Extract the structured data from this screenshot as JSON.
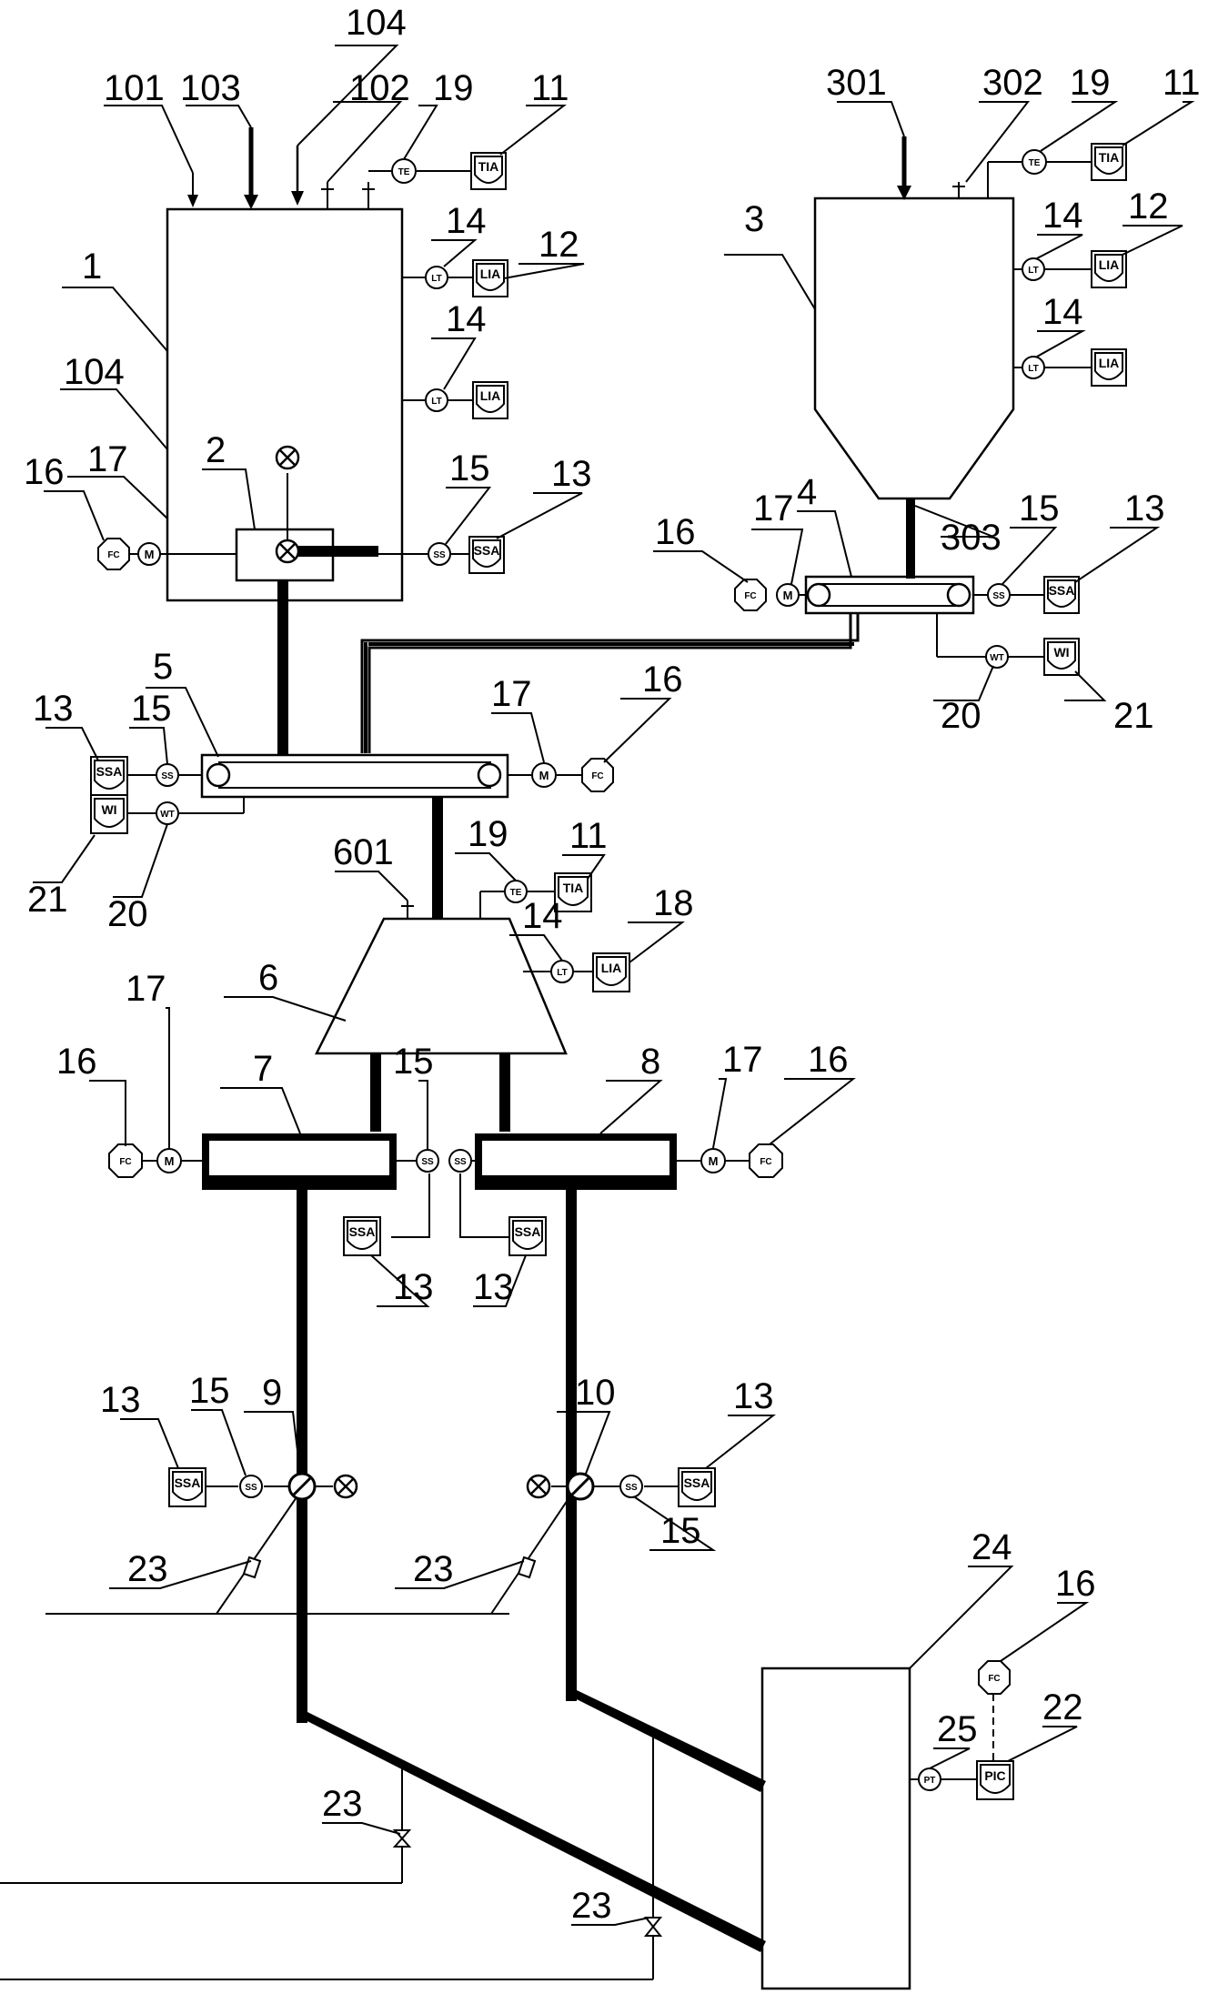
{
  "labels": {
    "n1": "1",
    "n2": "2",
    "n3": "3",
    "n4": "4",
    "n5": "5",
    "n6": "6",
    "n7": "7",
    "n8": "8",
    "n9": "9",
    "n10": "10",
    "n11": "11",
    "n12": "12",
    "n13": "13",
    "n14": "14",
    "n15": "15",
    "n16": "16",
    "n17": "17",
    "n18": "18",
    "n19": "19",
    "n20": "20",
    "n21": "21",
    "n22": "22",
    "n23": "23",
    "n24": "24",
    "n25": "25",
    "n101": "101",
    "n102": "102",
    "n103": "103",
    "n104": "104",
    "n301": "301",
    "n302": "302",
    "n303": "303",
    "n601": "601"
  },
  "tags": {
    "fc": "FC",
    "m": "M",
    "te": "TE",
    "lt": "LT",
    "ss": "SS",
    "wt": "WT",
    "pt": "PT",
    "tia": "TIA",
    "lia": "LIA",
    "ssa": "SSA",
    "wi": "WI",
    "pic": "PIC"
  }
}
